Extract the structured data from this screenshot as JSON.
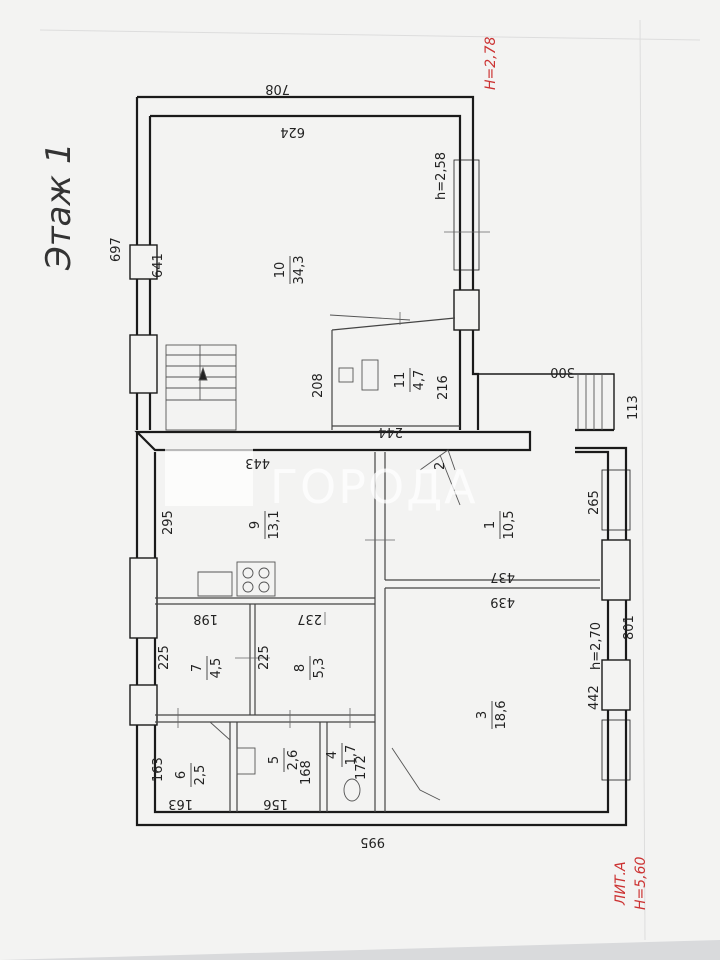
{
  "plan": {
    "title": "Этаж 1",
    "height_total": "H=2,78",
    "height_main": "H=5,60",
    "litera": "ЛИТ.А",
    "room_height_1": "h=2,58",
    "room_height_2": "h=2,70",
    "watermark": "ГОРОДА",
    "dims": {
      "d708": "708",
      "d624": "624",
      "d697": "697",
      "d641": "641",
      "d208": "208",
      "d216": "216",
      "d244": "244",
      "d300": "300",
      "d113": "113",
      "d443": "443",
      "d295": "295",
      "d265": "265",
      "d437": "437",
      "d439": "439",
      "d198": "198",
      "d237": "237",
      "d225a": "225",
      "d225b": "225",
      "d801": "801",
      "d442": "442",
      "d163a": "163",
      "d163b": "163",
      "d156": "156",
      "d168": "168",
      "d172": "172",
      "d995": "995"
    },
    "rooms": [
      {
        "num": "10",
        "area": "34,3"
      },
      {
        "num": "11",
        "area": "4,7"
      },
      {
        "num": "9",
        "area": "13,1"
      },
      {
        "num": "1",
        "area": "10,5"
      },
      {
        "num": "7",
        "area": "4,5"
      },
      {
        "num": "8",
        "area": "5,3"
      },
      {
        "num": "3",
        "area": "18,6"
      },
      {
        "num": "6",
        "area": "2,5"
      },
      {
        "num": "5",
        "area": "2,6"
      },
      {
        "num": "4",
        "area": "1,7"
      }
    ],
    "stair_mark": "2"
  },
  "colors": {
    "paper": "#f3f3f2",
    "wall": "#1a1a1a",
    "red_text": "#cc3333"
  }
}
